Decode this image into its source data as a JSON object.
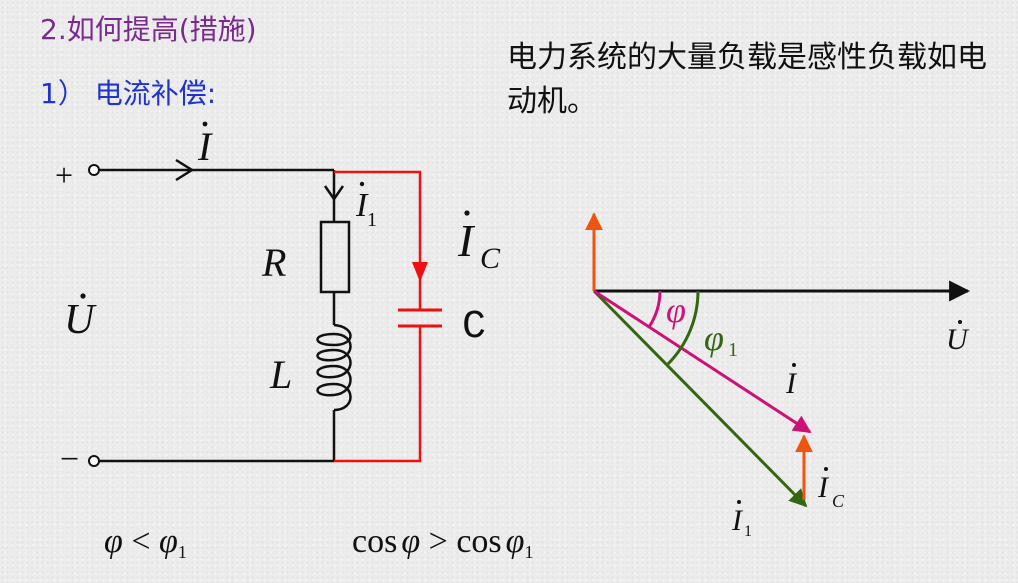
{
  "slide": {
    "heading": "2.如何提高(措施)",
    "subheading": "1） 电流补偿:",
    "description": "电力系统的大量负载是感性负载如电动机。"
  },
  "circuit": {
    "plus": "+",
    "minus": "−",
    "current_main": "I",
    "current_branch": "I",
    "current_branch_sub": "1",
    "current_cap": "I",
    "current_cap_sub": "C",
    "resistor": "R",
    "inductor": "L",
    "capacitor": "C",
    "voltage": "U"
  },
  "phasor": {
    "voltage": "U",
    "current": "I",
    "current1": "I",
    "current1_sub": "1",
    "currentC": "I",
    "currentC_sub": "C",
    "angle": "φ",
    "angle1": "φ",
    "angle1_sub": "1"
  },
  "relations": {
    "phi_lhs": "φ",
    "less_than": " < ",
    "phi1": "φ",
    "phi1_sub": "1",
    "cos1": "cos",
    "cos_phi": "φ",
    "greater_than": " > ",
    "cos2": "cos",
    "cos_phi1": "φ",
    "cos_phi1_sub": "1"
  },
  "colors": {
    "wire": "#111111",
    "capacitor_branch": "#ee1111",
    "current_phasor": "#cc1177",
    "current1_phasor": "#336611",
    "currentC_phasor": "#ee5511",
    "heading": "#7a2a8e",
    "subheading": "#2233cc"
  }
}
